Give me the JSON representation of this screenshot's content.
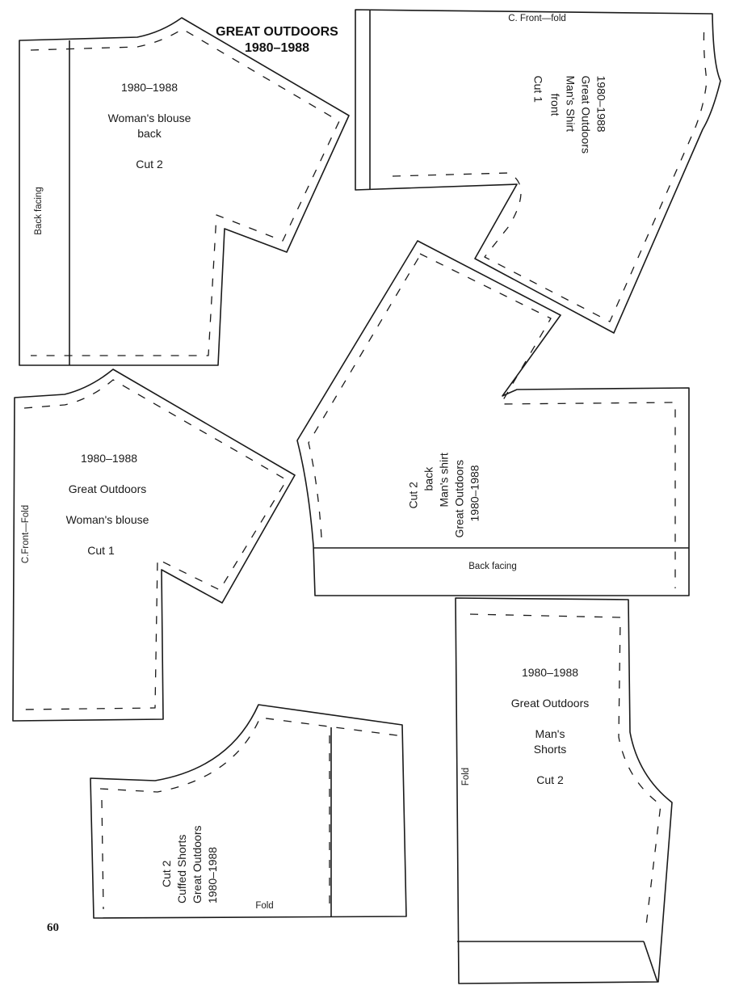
{
  "header": {
    "title": "GREAT OUTDOORS",
    "years": "1980–1988"
  },
  "page_number": "60",
  "patterns": {
    "womans_blouse_back": {
      "years": "1980–1988",
      "name_line1": "Woman's blouse",
      "name_line2": "back",
      "cut": "Cut 2",
      "facing_label": "Back facing"
    },
    "mans_shirt_front": {
      "fold_label": "C. Front—fold",
      "years": "1980–1988",
      "brand": "Great Outdoors",
      "name_line1": "Man's Shirt",
      "name_line2": "front",
      "cut": "Cut 1"
    },
    "womans_blouse_front": {
      "years": "1980–1988",
      "brand": "Great Outdoors",
      "name": "Woman's blouse",
      "cut": "Cut 1",
      "fold_label": "C.Front—Fold"
    },
    "mans_shirt_back": {
      "years": "1980–1988",
      "brand": "Great Outdoors",
      "name_line1": "Man's shirt",
      "name_line2": "back",
      "cut": "Cut 2",
      "facing_label": "Back facing"
    },
    "mans_shorts": {
      "years": "1980–1988",
      "brand": "Great Outdoors",
      "name_line1": "Man's",
      "name_line2": "Shorts",
      "cut": "Cut 2",
      "fold_label": "Fold"
    },
    "cuffed_shorts": {
      "years": "1980–1988",
      "brand": "Great Outdoors",
      "name": "Cuffed Shorts",
      "cut": "Cut 2",
      "fold_label": "Fold"
    }
  }
}
